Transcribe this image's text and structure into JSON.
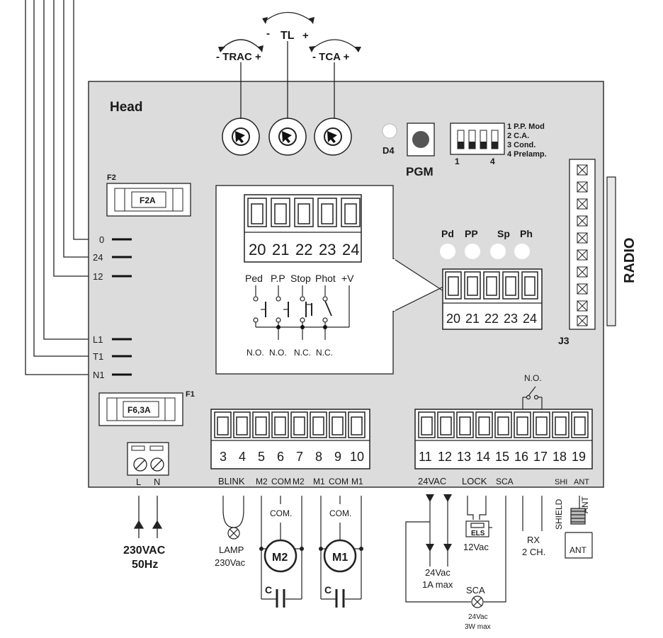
{
  "board": {
    "title": "Head",
    "pots": {
      "trac": "- TRAC +",
      "tl": "TL",
      "tl_minus": "-",
      "tl_plus": "+",
      "tca": "- TCA +"
    },
    "led_d4": "D4",
    "pgm": "PGM",
    "dip": {
      "num1": "1",
      "num4": "4",
      "options": [
        "1 P.P. Mod",
        "2 C.A.",
        "3 Cond.",
        "4 Prelamp."
      ]
    },
    "radio": "RADIO",
    "j3": "J3",
    "fuse_f2": {
      "label": "F2",
      "value": "F2A"
    },
    "fuse_f1": {
      "label": "F1",
      "value": "F6,3A"
    },
    "power_labels": [
      "0",
      "24",
      "12",
      "L1",
      "T1",
      "N1"
    ],
    "leds": [
      "Pd",
      "PP",
      "Sp",
      "Ph"
    ],
    "zoom": {
      "terminals": [
        "20",
        "21",
        "22",
        "23",
        "24"
      ],
      "inputs": [
        "Ped",
        "P.P",
        "Stop",
        "Phot",
        "+V"
      ],
      "contacts": [
        "N.O.",
        "N.O.",
        "N.C.",
        "N.C."
      ]
    },
    "small_terminals": [
      "20",
      "21",
      "22",
      "23",
      "24"
    ],
    "terminal_block_a": [
      "3",
      "4",
      "5",
      "6",
      "7",
      "8",
      "9",
      "10"
    ],
    "terminal_block_b": [
      "11",
      "12",
      "13",
      "14",
      "15",
      "16",
      "17",
      "18",
      "19"
    ],
    "supply_terminal": {
      "l": "L",
      "n": "N"
    },
    "bottom_labels_a": [
      "BLINK",
      "M2",
      "COM",
      "M2",
      "M1",
      "COM",
      "M1"
    ],
    "bottom_labels_b": [
      "24VAC",
      "LOCK",
      "SCA",
      "SHI",
      "ANT"
    ],
    "relay_no": "N.O."
  },
  "external": {
    "supply": {
      "voltage": "230VAC",
      "freq": "50Hz"
    },
    "lamp": {
      "name": "LAMP",
      "voltage": "230Vac"
    },
    "motor2": {
      "com": "COM.",
      "name": "M2",
      "cap": "C"
    },
    "motor1": {
      "com": "COM.",
      "name": "M1",
      "cap": "C"
    },
    "aux24": {
      "voltage": "24Vac",
      "max": "1A max"
    },
    "lock": {
      "name": "ELS",
      "voltage": "12Vac"
    },
    "sca": {
      "name": "SCA",
      "voltage": "24Vac",
      "max": "3W max"
    },
    "rx": {
      "name": "RX",
      "channels": "2 CH."
    },
    "antenna": {
      "shield": "SHIELD",
      "ant": "ANT",
      "ant_box": "ANT"
    }
  }
}
